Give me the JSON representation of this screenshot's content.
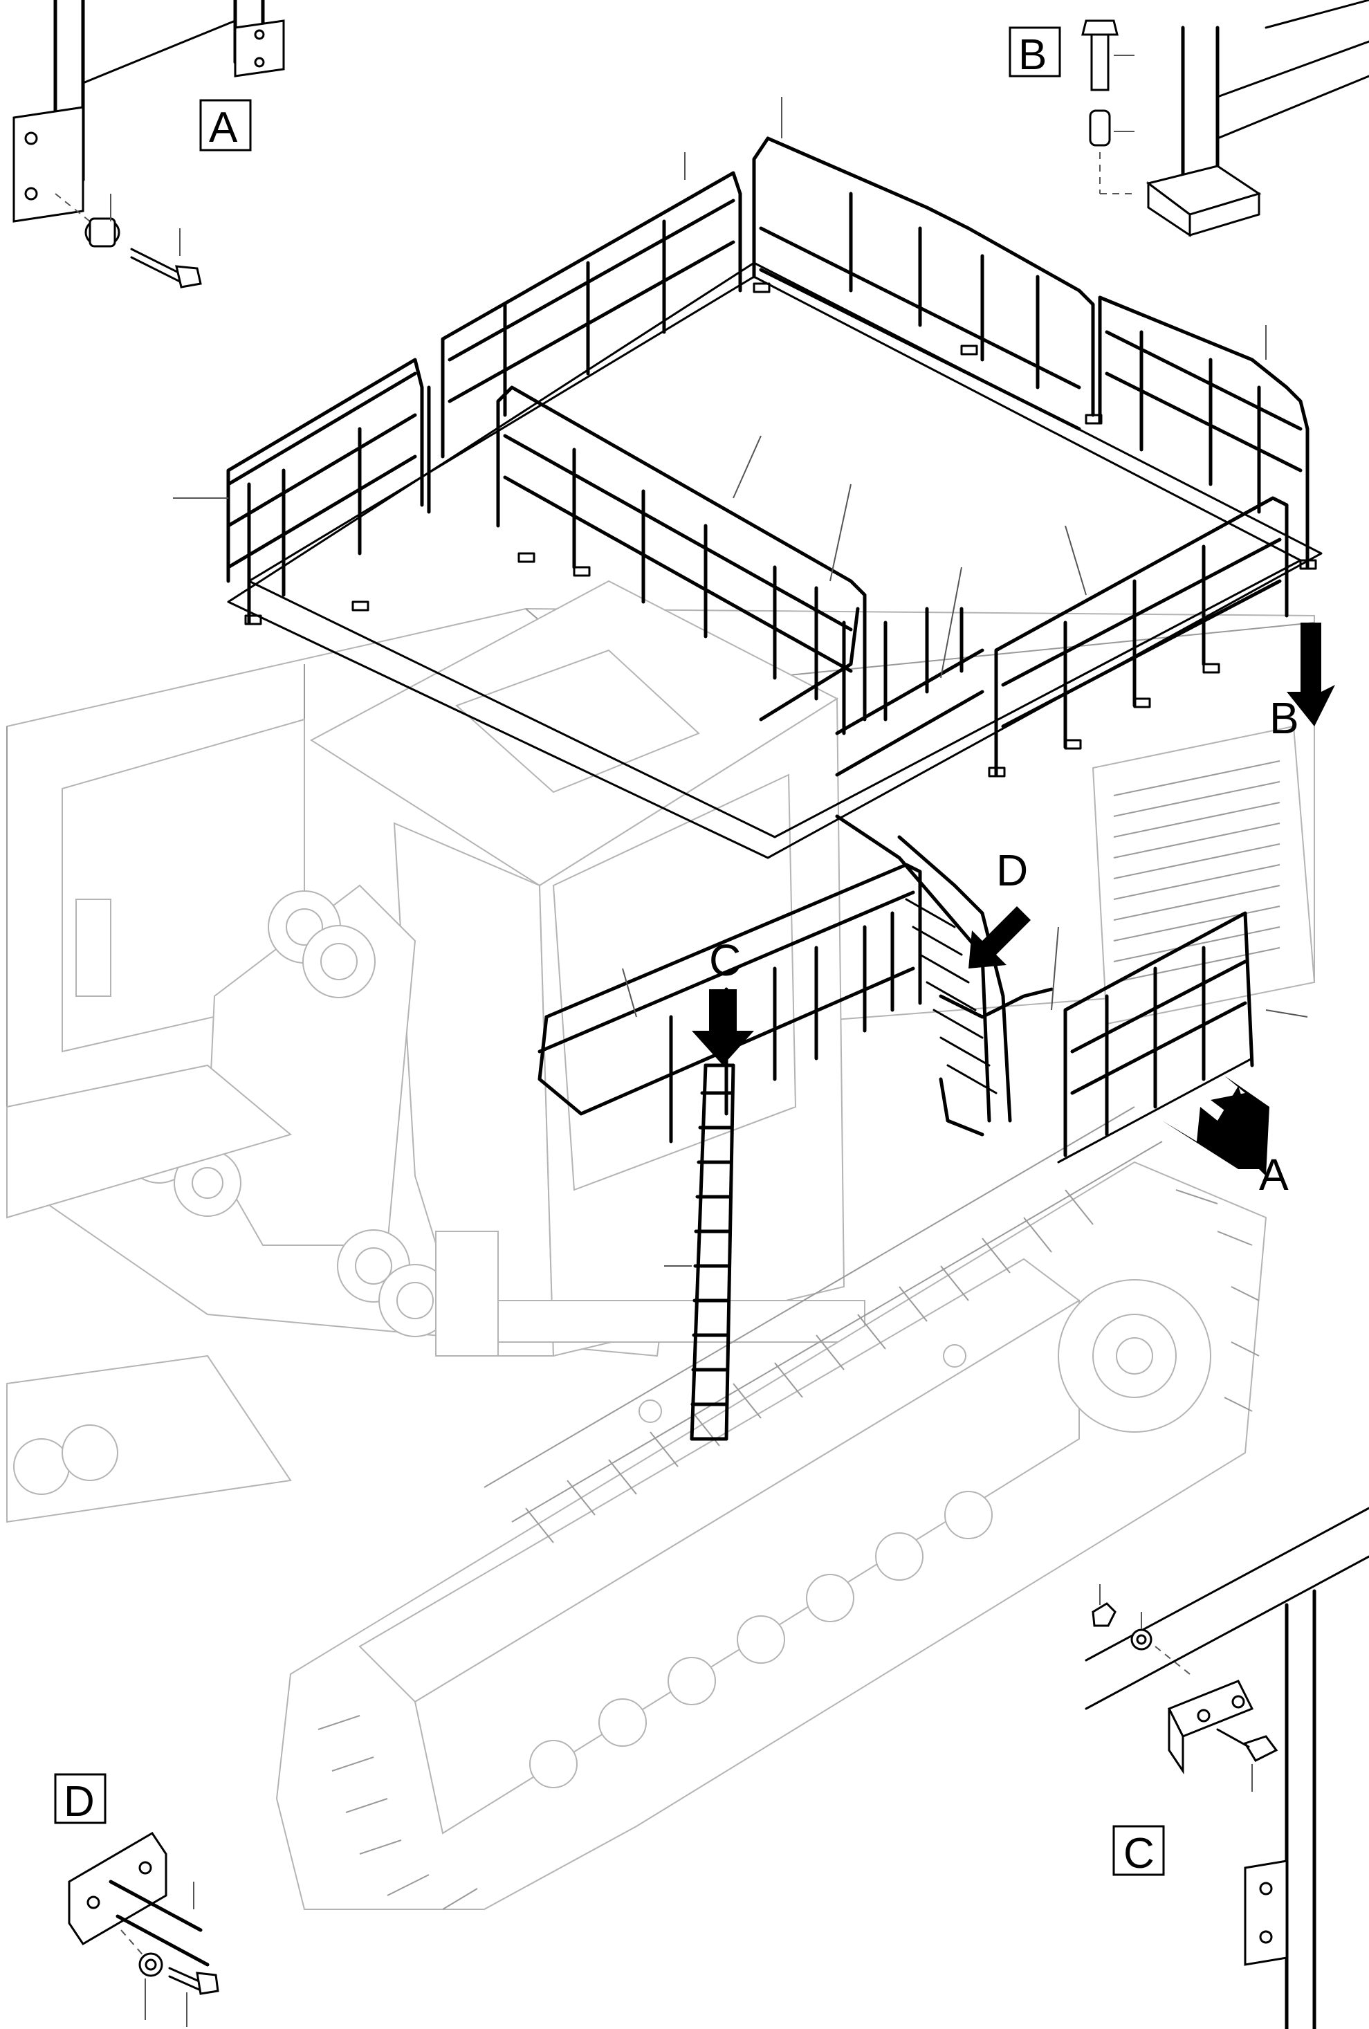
{
  "detail_views": {
    "A": "A",
    "B": "B",
    "C": "C",
    "D": "D"
  },
  "arrow_callouts": {
    "A": "A",
    "B": "B",
    "C": "C",
    "D": "D"
  },
  "colors": {
    "ink": "#000000",
    "machine_outline": "#a0a0a0",
    "background": "#ffffff"
  }
}
